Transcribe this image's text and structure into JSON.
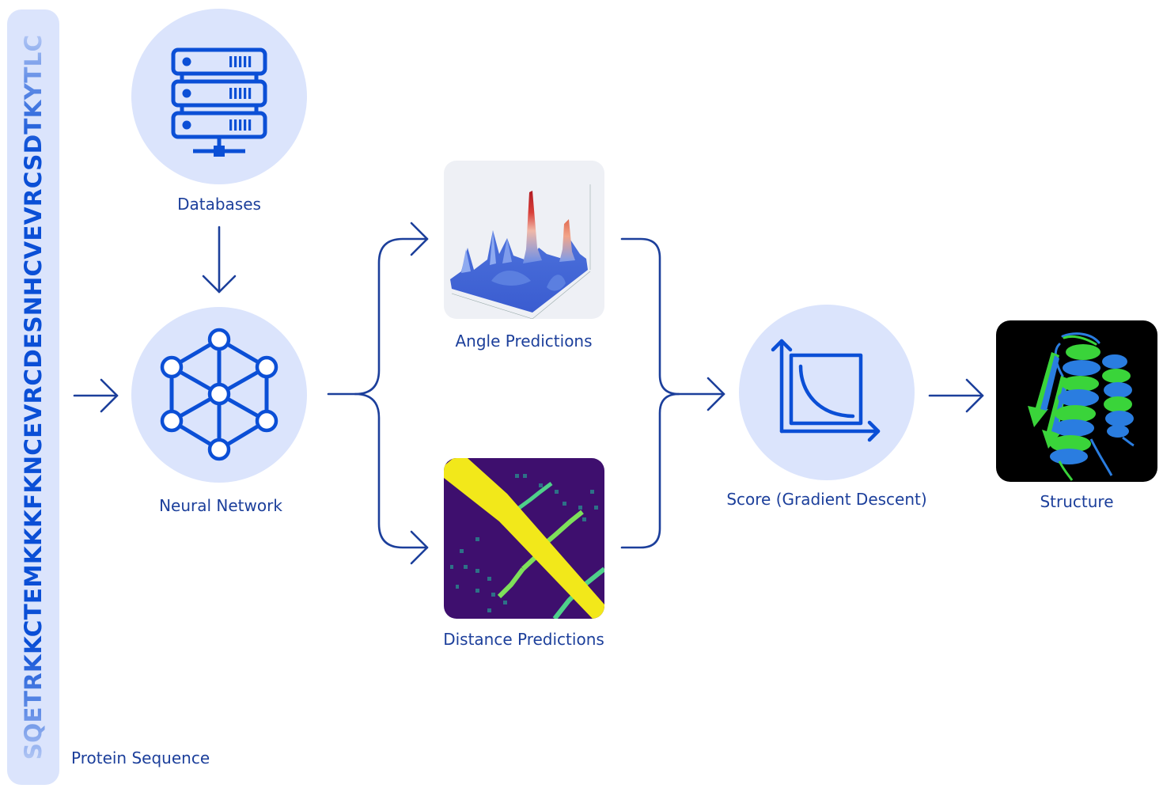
{
  "colors": {
    "icon_blue": "#0b4fd6",
    "arrow_blue": "#1c3f9b",
    "circle_fill": "#dbe4fc",
    "label_text": "#1c3f9b"
  },
  "sequence": {
    "residues": "SQETRKKCTEMKKKFKNCEVRCDESNHCVEVRCSDTKYTLC",
    "label": "Protein Sequence"
  },
  "nodes": {
    "databases": {
      "label": "Databases",
      "icon": "server-rack-icon"
    },
    "neural_network": {
      "label": "Neural Network",
      "icon": "network-graph-icon"
    },
    "angle_predictions": {
      "label": "Angle Predictions",
      "image": "3d-surface-plot"
    },
    "distance_predictions": {
      "label": "Distance Predictions",
      "image": "contact-map-heatmap"
    },
    "score": {
      "label": "Score (Gradient Descent)",
      "icon": "decay-curve-chart-icon"
    },
    "structure": {
      "label": "Structure",
      "image": "protein-ribbon-structure"
    }
  },
  "edges": [
    {
      "from": "sequence",
      "to": "neural_network"
    },
    {
      "from": "databases",
      "to": "neural_network"
    },
    {
      "from": "neural_network",
      "to": "angle_predictions"
    },
    {
      "from": "neural_network",
      "to": "distance_predictions"
    },
    {
      "from": "angle_predictions",
      "to": "score"
    },
    {
      "from": "distance_predictions",
      "to": "score"
    },
    {
      "from": "score",
      "to": "structure"
    }
  ]
}
